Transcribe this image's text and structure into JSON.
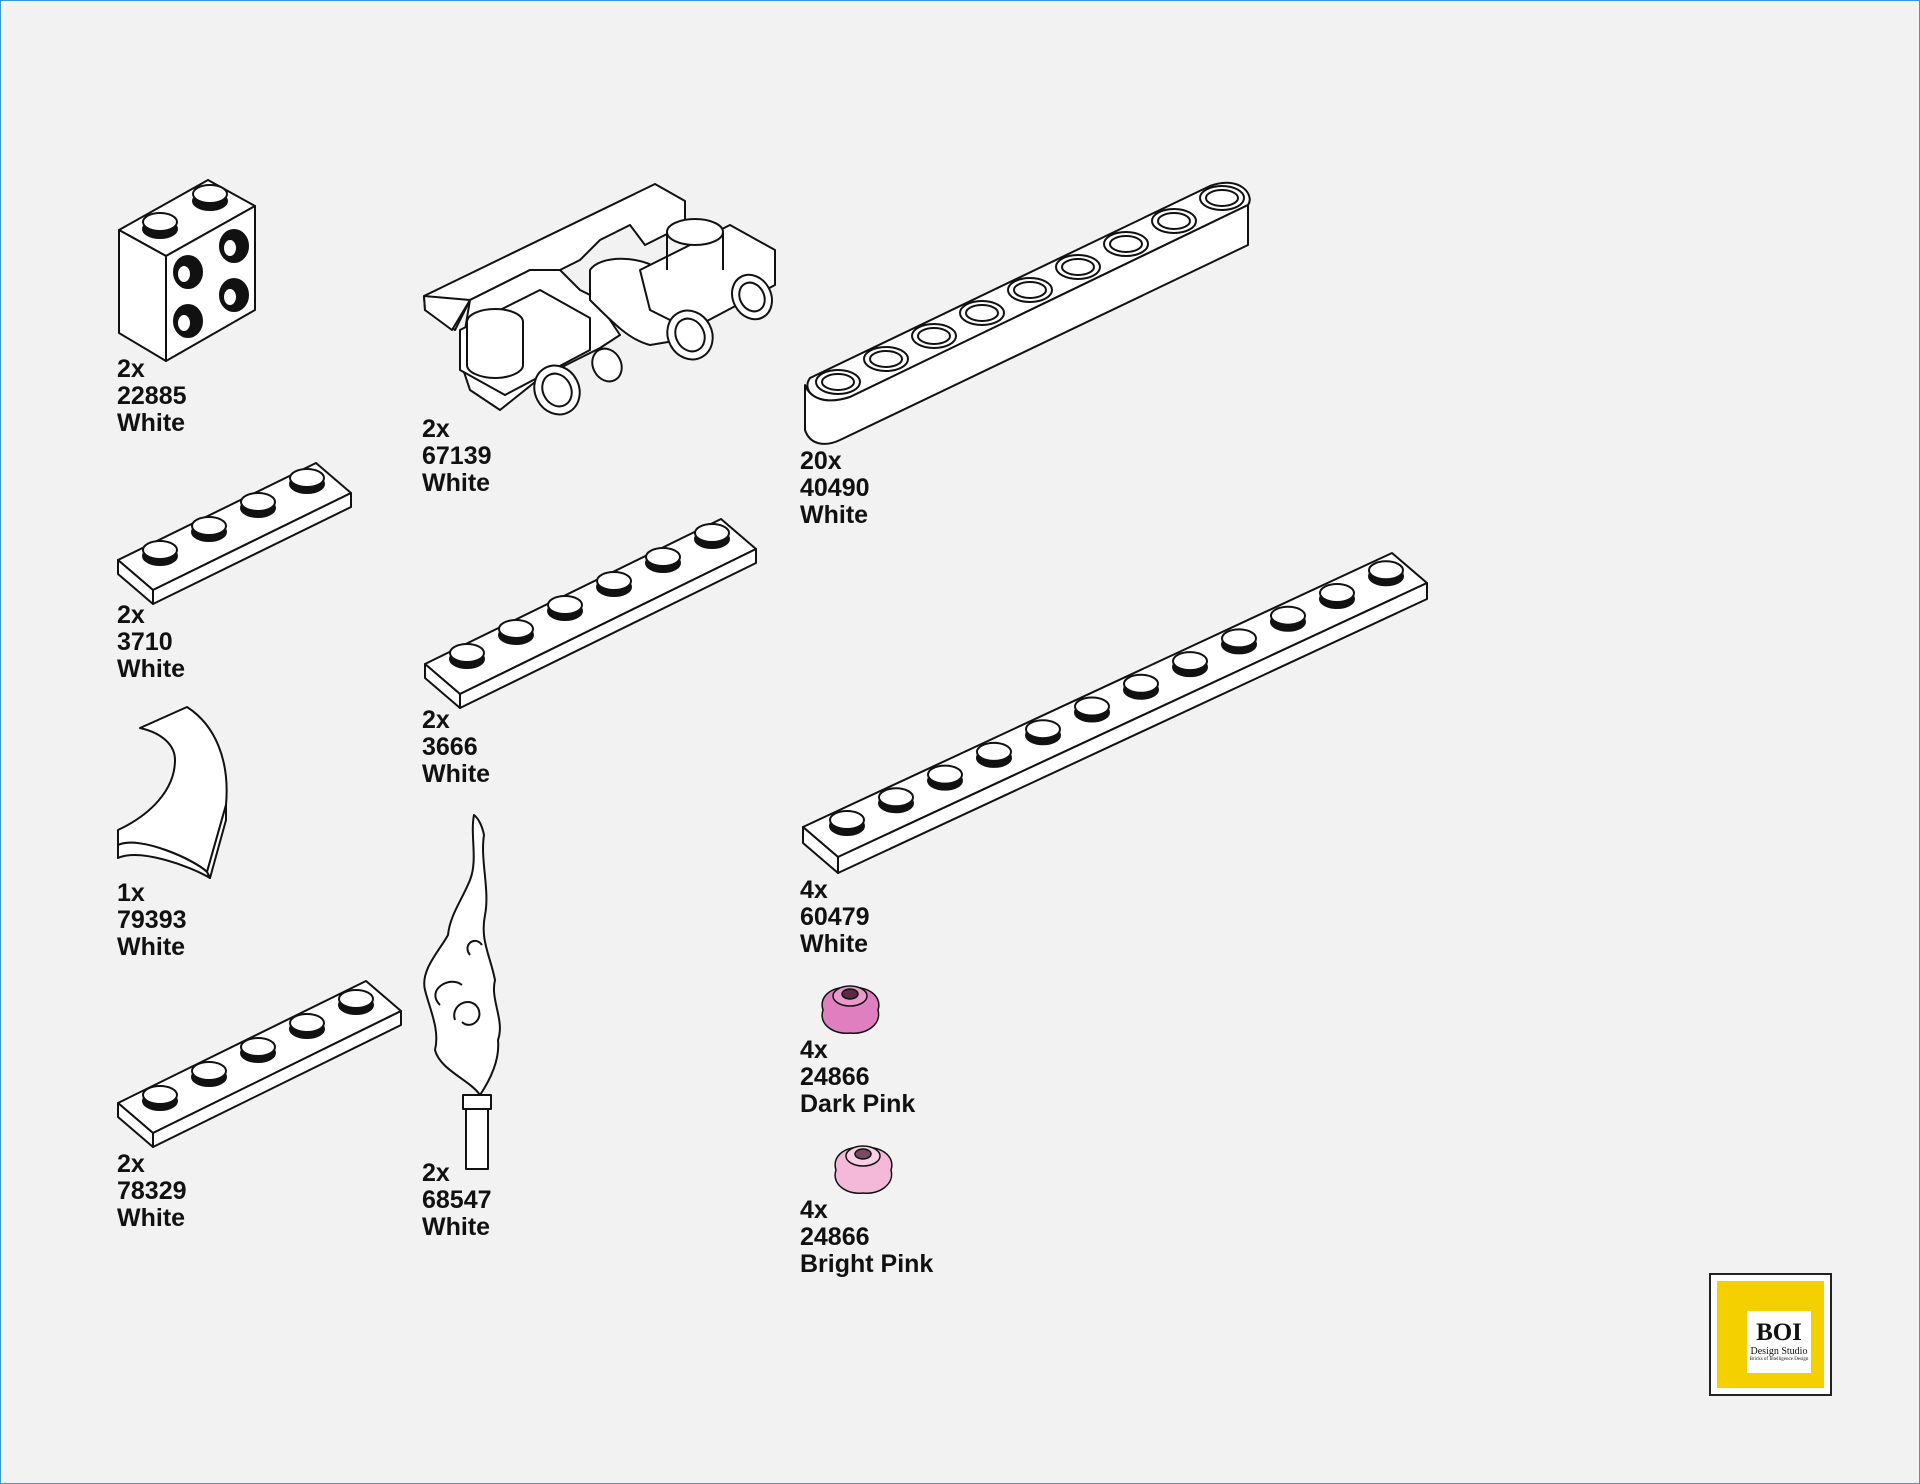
{
  "parts": [
    {
      "id": "22885",
      "qty": "2x",
      "part": "22885",
      "color": "White"
    },
    {
      "id": "3710",
      "qty": "2x",
      "part": "3710",
      "color": "White"
    },
    {
      "id": "79393",
      "qty": "1x",
      "part": "79393",
      "color": "White"
    },
    {
      "id": "78329",
      "qty": "2x",
      "part": "78329",
      "color": "White"
    },
    {
      "id": "67139",
      "qty": "2x",
      "part": "67139",
      "color": "White"
    },
    {
      "id": "3666",
      "qty": "2x",
      "part": "3666",
      "color": "White"
    },
    {
      "id": "68547",
      "qty": "2x",
      "part": "68547",
      "color": "White"
    },
    {
      "id": "40490",
      "qty": "20x",
      "part": "40490",
      "color": "White"
    },
    {
      "id": "60479",
      "qty": "4x",
      "part": "60479",
      "color": "White"
    },
    {
      "id": "24866-dark",
      "qty": "4x",
      "part": "24866",
      "color": "Dark Pink"
    },
    {
      "id": "24866-bright",
      "qty": "4x",
      "part": "24866",
      "color": "Bright Pink"
    }
  ],
  "logo": {
    "brand": "BOI",
    "sub": "Design Studio",
    "tagline": "Bricks of Intelligence Design"
  },
  "colors": {
    "background": "#f2f2f2",
    "outline": "#111111",
    "dark_pink": "#e07fbf",
    "bright_pink": "#f4b8d8",
    "logo_yellow": "#f5d000"
  }
}
